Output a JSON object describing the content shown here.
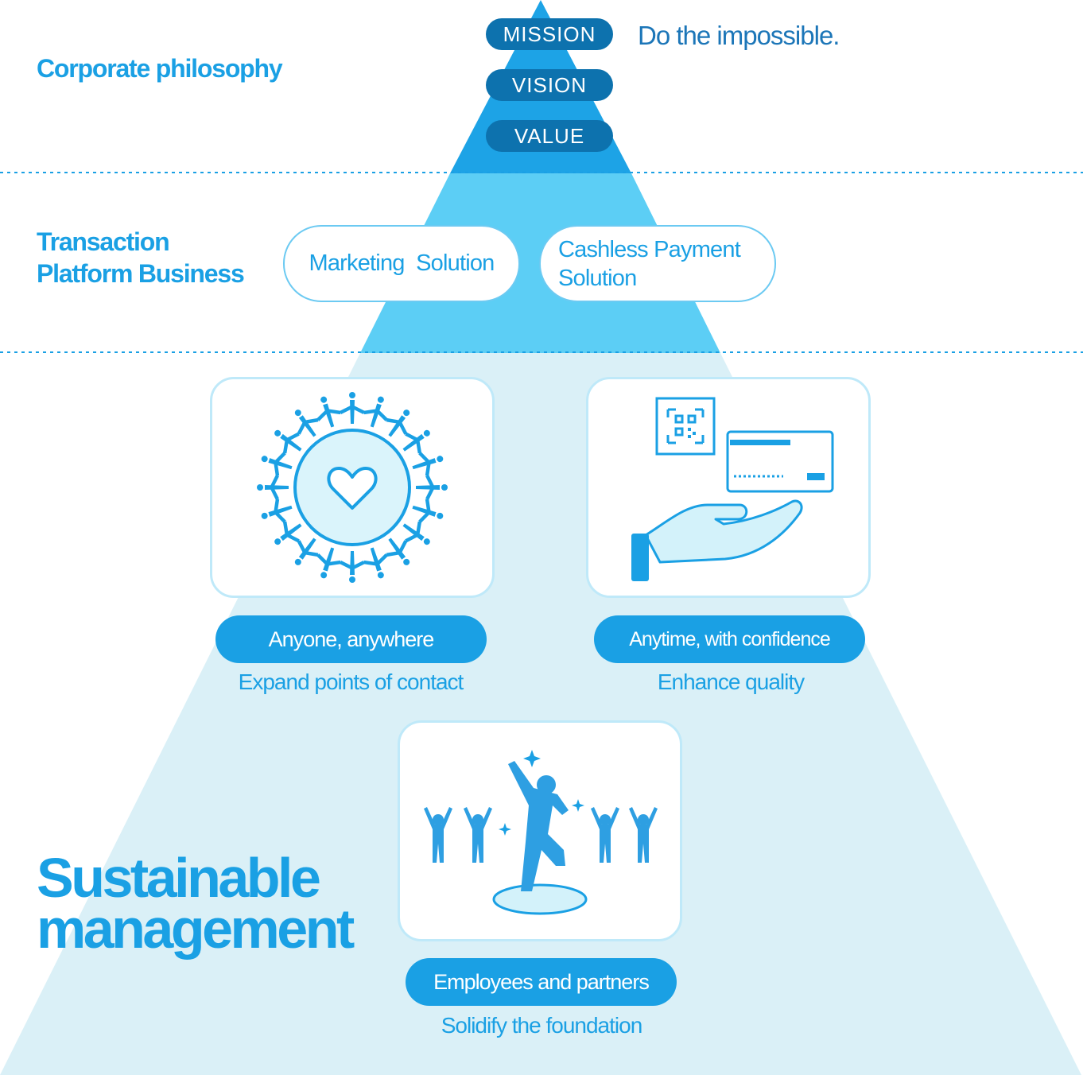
{
  "corporate_philosophy": {
    "label": "Corporate philosophy",
    "pills": [
      "MISSION",
      "VISION",
      "VALUE"
    ],
    "mission_statement": "Do the impossible."
  },
  "transaction_platform": {
    "label_line1": "Transaction",
    "label_line2": "Platform Business",
    "solutions": [
      "Marketing  Solution",
      "Cashless Payment",
      "Solution"
    ]
  },
  "sustainable": {
    "label_line1": "Sustainable",
    "label_line2": "management",
    "items": [
      {
        "title": "Anyone, anywhere",
        "subtitle": "Expand points of contact",
        "icon": "people-circle-heart-icon"
      },
      {
        "title": "Anytime, with confidence",
        "subtitle": "Enhance quality",
        "icon": "qr-card-hand-icon"
      },
      {
        "title": "Employees and partners",
        "subtitle": "Solidify the foundation",
        "icon": "cheering-people-icon"
      }
    ]
  },
  "colors": {
    "primary": "#1aa0e4",
    "dark_pill": "#0d72ae",
    "tier1": "#1da3e6",
    "tier2": "#5ccef5",
    "tier3": "#daf0f7"
  }
}
